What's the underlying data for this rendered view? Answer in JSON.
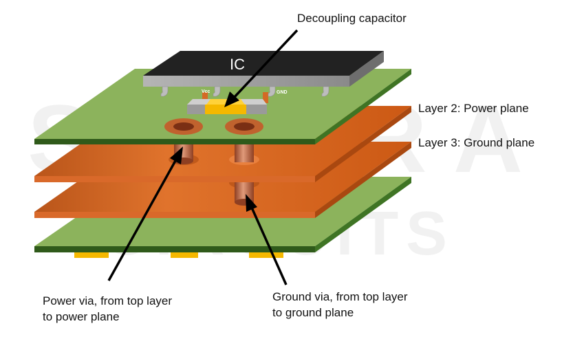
{
  "labels": {
    "decoupling_capacitor": "Decoupling capacitor",
    "ic": "IC",
    "vcc": "Vcc",
    "gnd": "GND",
    "layer2": "Layer 2: Power plane",
    "layer3": "Layer 3: Ground plane",
    "power_via_line1": "Power via, from top layer",
    "power_via_line2": "to power plane",
    "ground_via_line1": "Ground via, from top layer",
    "ground_via_line2": "to ground plane"
  },
  "watermark": {
    "line1": "SIERRA",
    "line2": "CIRCUITS"
  },
  "colors": {
    "pcb_green": "#8cb35c",
    "pcb_edge": "#2f5a1a",
    "copper_plane": "#cf5a12",
    "copper_plane_edge": "#d46a25",
    "via_copper": "#b65b36",
    "ic_body": "#222222",
    "capacitor_pad": "#f5b800",
    "pin_silver": "#bdbdbd"
  }
}
